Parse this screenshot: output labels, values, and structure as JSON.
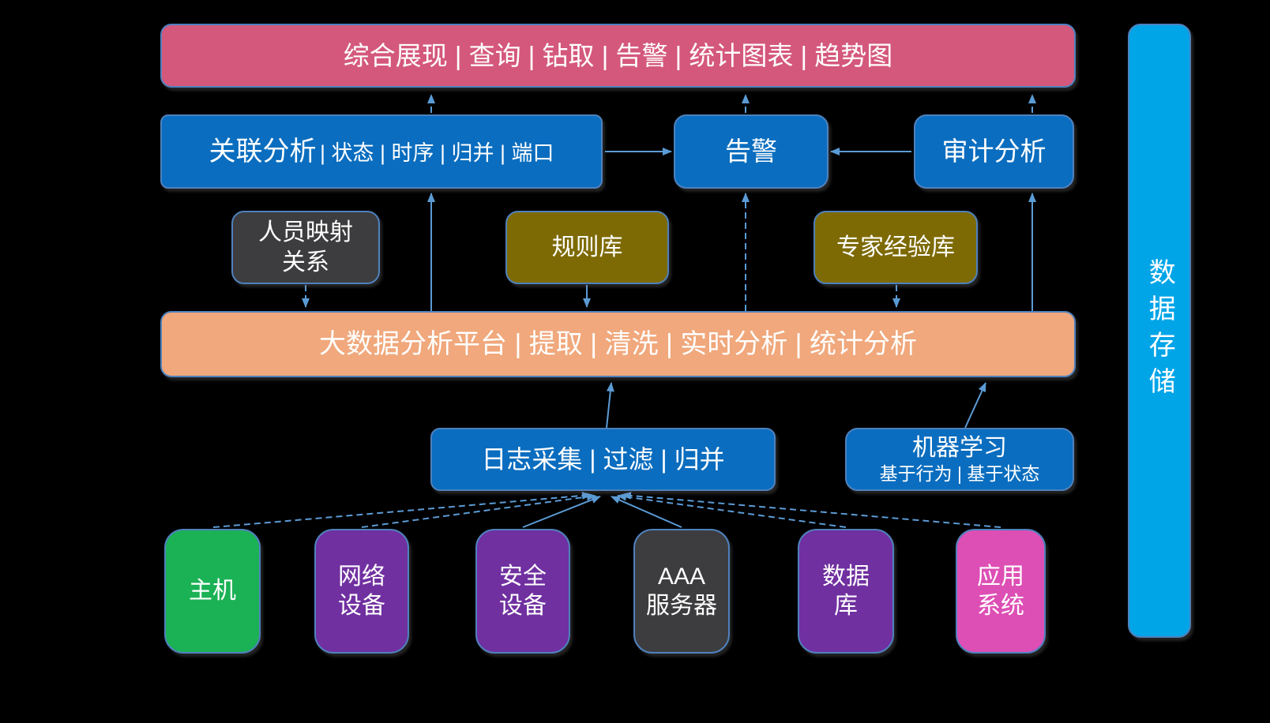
{
  "colors": {
    "background": "#000000",
    "arrow": "#5b9bd5",
    "border": "#4f81bd",
    "blue": "#0a6dbf",
    "pink_bar": "#d4587c",
    "dark": "#3d3d3f",
    "olive": "#7d6a04",
    "orange": "#f0a87c",
    "green": "#1bb155",
    "purple": "#7030a0",
    "magenta": "#dd4fb5",
    "cyan": "#00a5e8"
  },
  "top_bar": {
    "label": "综合展现 | 查询 | 钻取 | 告警 | 统计图表 | 趋势图"
  },
  "analysis_row": {
    "correlation": {
      "title": "关联分析",
      "items": "| 状态 | 时序 | 归并 | 端口"
    },
    "alert": {
      "label": "告警"
    },
    "audit": {
      "label": "审计分析"
    }
  },
  "knowledge_row": {
    "person_mapping": {
      "line1": "人员映射",
      "line2": "关系"
    },
    "rule_library": {
      "label": "规则库"
    },
    "expert_library": {
      "label": "专家经验库"
    }
  },
  "platform_bar": {
    "label": "大数据分析平台 | 提取 | 清洗 | 实时分析 | 统计分析"
  },
  "collection_row": {
    "log_collection": {
      "label": "日志采集 | 过滤 | 归并"
    },
    "machine_learning": {
      "line1": "机器学习",
      "line2": "基于行为 | 基于状态"
    }
  },
  "devices": {
    "host": {
      "line1": "主机"
    },
    "network": {
      "line1": "网络",
      "line2": "设备"
    },
    "security": {
      "line1": "安全",
      "line2": "设备"
    },
    "aaa": {
      "line1": "AAA",
      "line2": "服务器"
    },
    "database": {
      "line1": "数据",
      "line2": "库"
    },
    "app": {
      "line1": "应用",
      "line2": "系统"
    }
  },
  "storage": {
    "label": "数据存储"
  }
}
